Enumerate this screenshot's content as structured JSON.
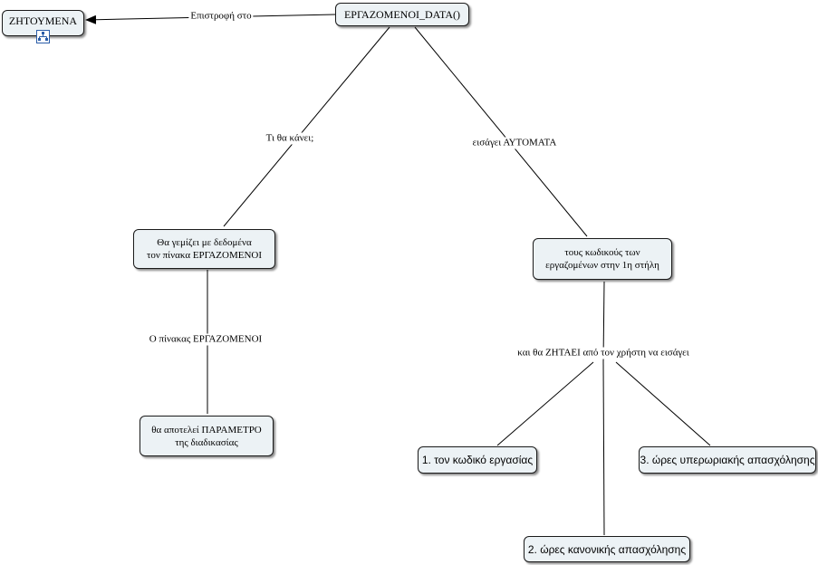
{
  "nodes": {
    "zitoumena": "ΖΗΤΟΥΜΕΝΑ",
    "ergazomenoi_data": "ΕΡΓΑΖΟΜΕΝΟΙ_DATA()",
    "gemizei_line1": "Θα γεμίζει με δεδομένα",
    "gemizei_line2": "τον πίνακα ΕΡΓΑΖΟΜΕΝΟΙ",
    "parametro_line1": "θα αποτελεί ΠΑΡΑΜΕΤΡΟ",
    "parametro_line2": "της διαδικασίας",
    "kodikous_line1": "τους κωδικούς των",
    "kodikous_line2": "εργαζομένων στην 1η στήλη",
    "item1": "1. τον κωδικό εργασίας",
    "item2": "2. ώρες κανονικής απασχόλησης",
    "item3": "3. ώρες υπερωριακής απασχόλησης"
  },
  "links": {
    "epistrofi": "Επιστροφή στο",
    "ti_tha_kanei": "Τι θα κάνει;",
    "eisagei_automata": "εισάγει ΑΥΤΟΜΑΤΑ",
    "o_pinakas": "Ο πίνακας ΕΡΓΑΖΟΜΕΝΟΙ",
    "zitaei": "και θα ΖΗΤΑΕΙ από τον χρήστη να εισάγει"
  },
  "icons": {
    "concept_map_link": "concept-map-icon"
  },
  "colors": {
    "node_fill": "#ecf2f5",
    "node_border": "#1a1a1a",
    "icon_blue": "#2b5da8"
  }
}
